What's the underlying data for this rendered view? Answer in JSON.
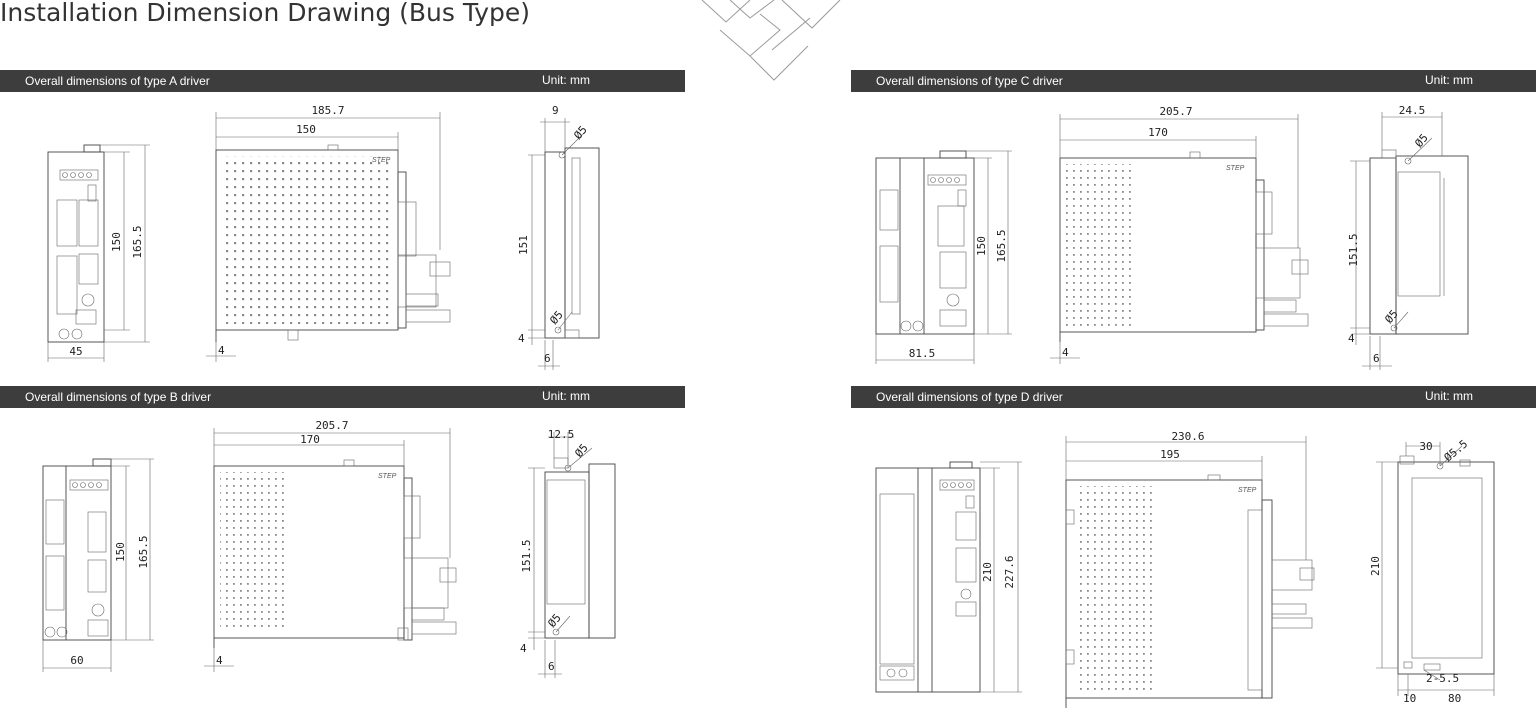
{
  "page": {
    "title": "Installation Dimension Drawing (Bus Type)"
  },
  "brand_label": "STEP",
  "sections": [
    {
      "title": "Overall dimensions of type A driver",
      "unit": "Unit: mm",
      "dims": {
        "front_height_inner": "150",
        "front_height_outer": "165.5",
        "front_width": "45",
        "side_width_outer": "185.7",
        "side_width_inner": "150",
        "side_foot": "4",
        "rear_top": "9",
        "rear_hole_top": "Ø5",
        "rear_height": "151",
        "rear_hole_bottom": "Ø5",
        "rear_foot_h": "4",
        "rear_foot_w": "6"
      }
    },
    {
      "title": "Overall dimensions of type C driver",
      "unit": "Unit:  mm",
      "dims": {
        "front_height_inner": "150",
        "front_height_outer": "165.5",
        "front_width": "81.5",
        "side_width_outer": "205.7",
        "side_width_inner": "170",
        "side_foot": "4",
        "rear_top": "24.5",
        "rear_hole_top": "Ø5",
        "rear_height": "151.5",
        "rear_hole_bottom": "Ø5",
        "rear_foot_h": "4",
        "rear_foot_w": "6"
      }
    },
    {
      "title": "Overall dimensions of type B driver",
      "unit": "Unit: mm",
      "dims": {
        "front_height_inner": "150",
        "front_height_outer": "165.5",
        "front_width": "60",
        "side_width_outer": "205.7",
        "side_width_inner": "170",
        "side_foot": "4",
        "rear_top": "12.5",
        "rear_hole_top": "Ø5",
        "rear_height": "151.5",
        "rear_hole_bottom": "Ø5",
        "rear_foot_h": "4",
        "rear_foot_w": "6"
      }
    },
    {
      "title": "Overall dimensions of type D driver",
      "unit": "Unit:  mm",
      "dims": {
        "front_height_inner": "210",
        "front_height_outer": "227.6",
        "side_width_outer": "230.6",
        "side_width_inner": "195",
        "rear_top": "30",
        "rear_hole_top": "Ø5.5",
        "rear_height": "210",
        "rear_slot": "2-5.5",
        "rear_bottom_left": "10",
        "rear_bottom_right": "80"
      }
    }
  ]
}
